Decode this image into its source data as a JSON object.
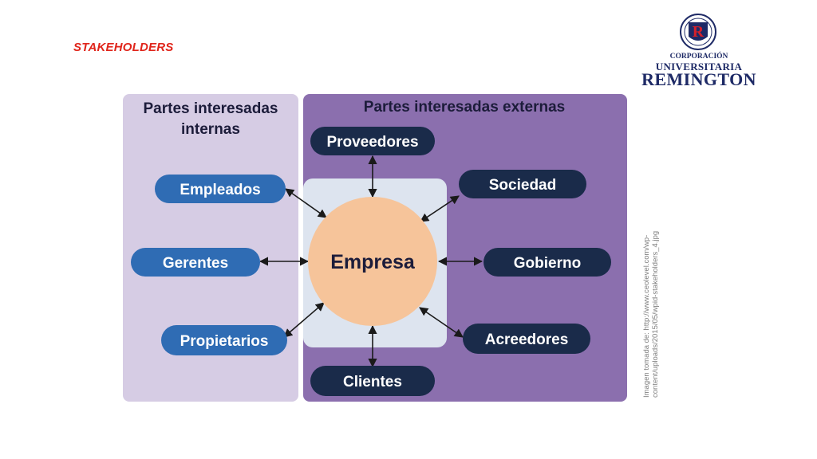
{
  "slide": {
    "title": "STAKEHOLDERS"
  },
  "logo": {
    "line1": "CORPORACIÓN",
    "line2": "UNIVERSITARIA",
    "line3": "REMINGTON",
    "seal_letter": "R",
    "colors": {
      "navy": "#1e2a66",
      "red": "#d3202b"
    }
  },
  "caption": {
    "line1": "Imagen tomada de: http://www.ceolevel.com/wp-",
    "line2": "content/uploads/2015/05/wpid-stakeholders_4.jpg"
  },
  "diagram": {
    "internal_heading_line1": "Partes interesadas",
    "internal_heading_line2": "internas",
    "external_heading": "Partes interesadas externas",
    "center": "Empresa",
    "internal": [
      "Empleados",
      "Gerentes",
      "Propietarios"
    ],
    "external": [
      "Proveedores",
      "Sociedad",
      "Gobierno",
      "Acreedores",
      "Clientes"
    ],
    "colors": {
      "internal_panel": "#d6cce4",
      "external_panel": "#8b6fae",
      "center_panel": "#dde4ef",
      "center_circle": "#f6c49a",
      "internal_pill": "#2f6cb4",
      "external_pill": "#1a2b4a",
      "heading_text": "#1c1c3a"
    }
  }
}
